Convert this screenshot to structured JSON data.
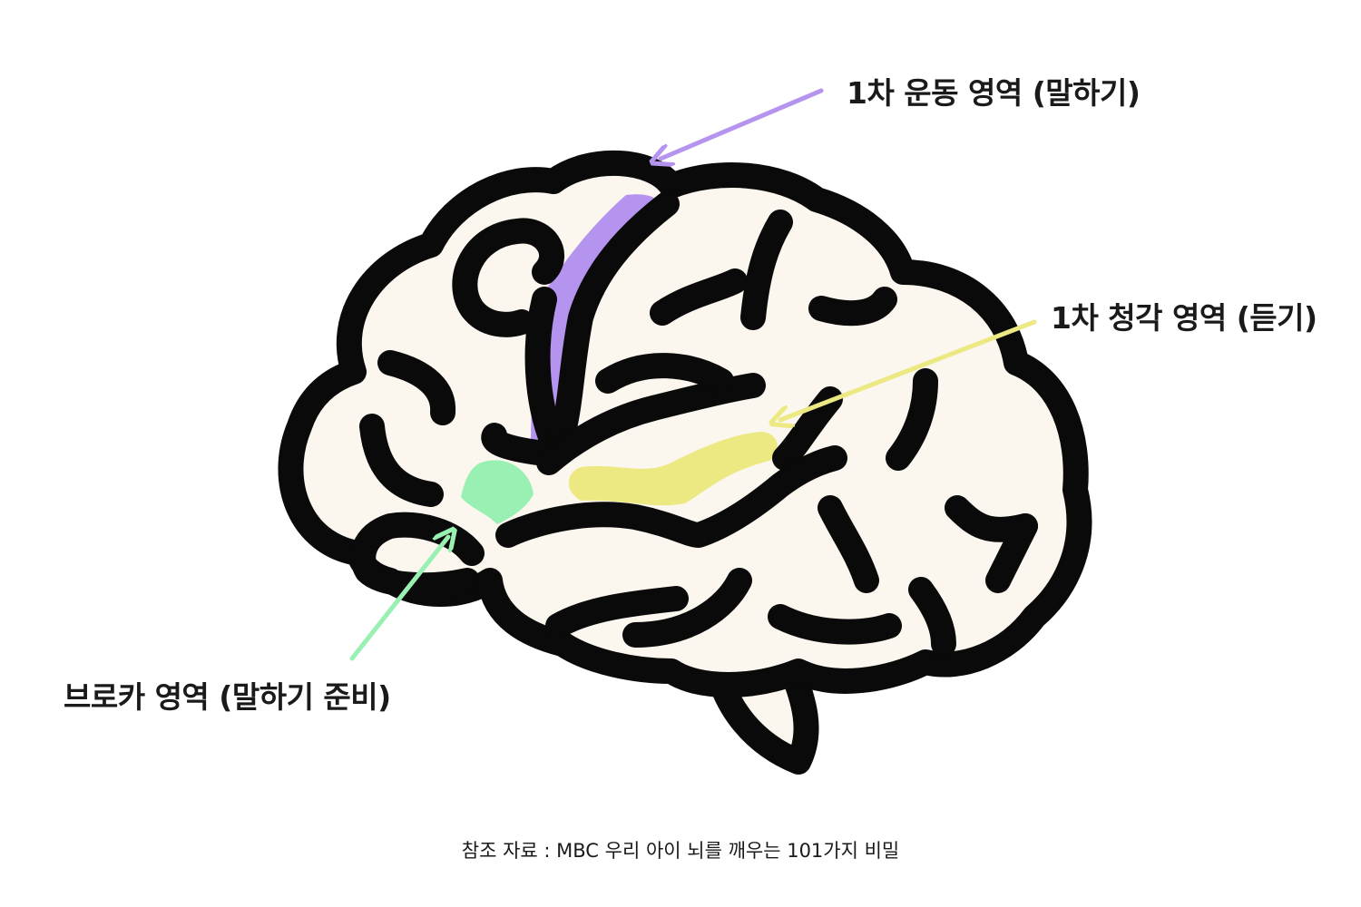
{
  "labels": {
    "motor": "1차 운동 영역 (말하기)",
    "auditory": "1차 청각 영역 (듣기)",
    "broca": "브로카 영역 (말하기 준비)"
  },
  "caption": "참조 자료 : MBC 우리 아이 뇌를 깨우는 101가지 비밀",
  "colors": {
    "motor": "#b494ee",
    "auditory": "#ece982",
    "broca": "#98f0b2",
    "brain_fill": "#fcf7ee",
    "outline": "#0a0a0a"
  }
}
